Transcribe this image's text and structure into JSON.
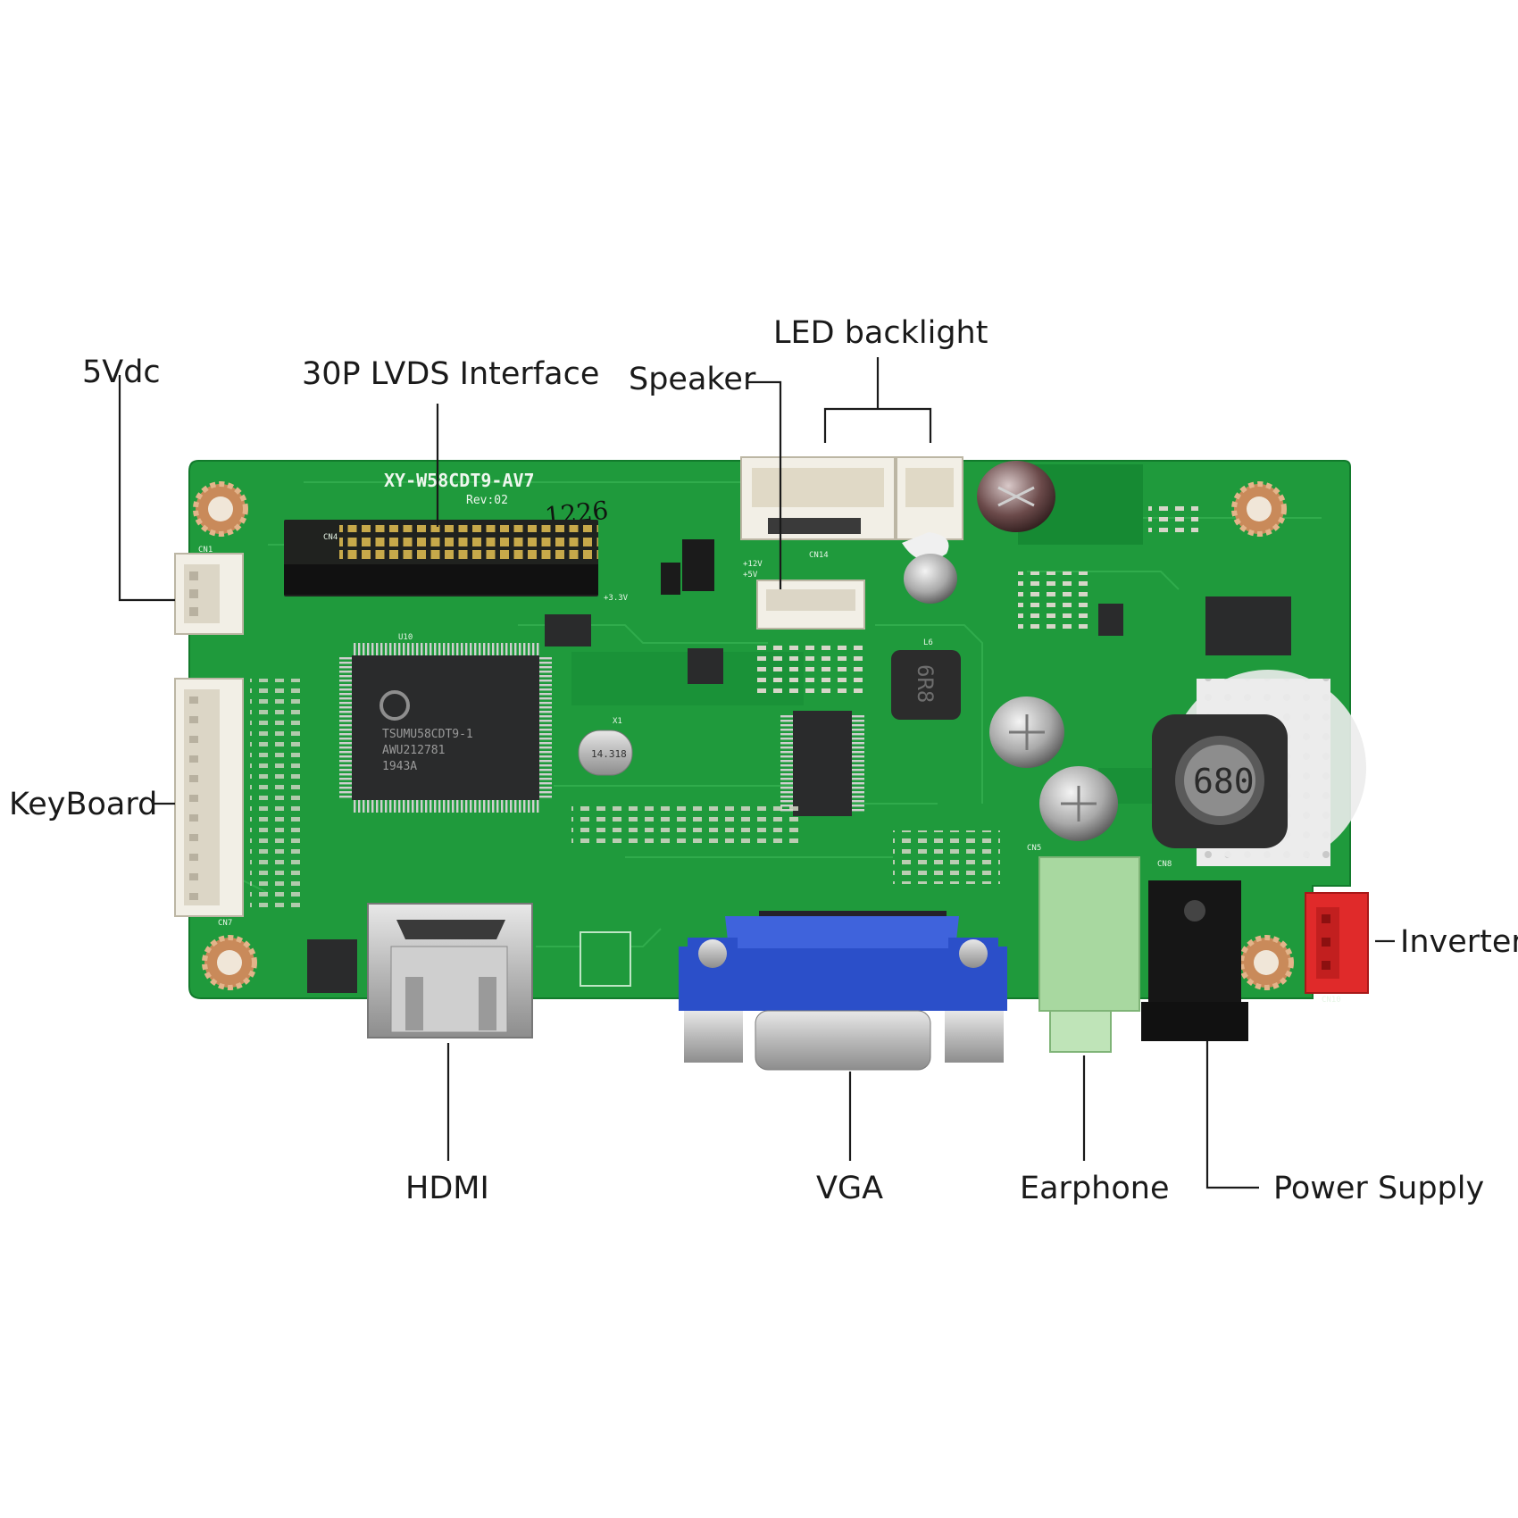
{
  "labels": {
    "dc5v": "5Vdc",
    "lvds": "30P LVDS Interface",
    "speaker": "Speaker",
    "led": "LED backlight",
    "keyboard": "KeyBoard",
    "inverter": "Inverter",
    "hdmi": "HDMI",
    "vga": "VGA",
    "earphone": "Earphone",
    "power": "Power Supply"
  },
  "silkscreen": {
    "model": "XY-W58CDT9-AV7",
    "rev": "Rev:02",
    "handwritten": "1226",
    "chip_line1": "TSUMU58CDT9-1",
    "chip_line2": "AWU212781",
    "chip_line3": "1943A",
    "crystal": "14.318",
    "inductor_large": "680",
    "inductor_small": "6R8",
    "cn4": "CN4",
    "cn1": "CN1",
    "cn7": "CN7",
    "cn14": "CN14",
    "cn5": "CN5",
    "cn8": "CN8",
    "cn10": "CN10",
    "u10": "U10",
    "l6": "L6",
    "x1": "X1",
    "v12": "+12V",
    "v5": "+5V",
    "v33": "+3.3V"
  },
  "colors": {
    "pcb": "#1f9a3c",
    "pcb_dark": "#0f7a2a",
    "trace": "#35b050",
    "connector_white": "#f2efe6",
    "vga_blue": "#2b4fc9",
    "earphone_green": "#a8d8a0",
    "inverter_red": "#e02a2a"
  }
}
